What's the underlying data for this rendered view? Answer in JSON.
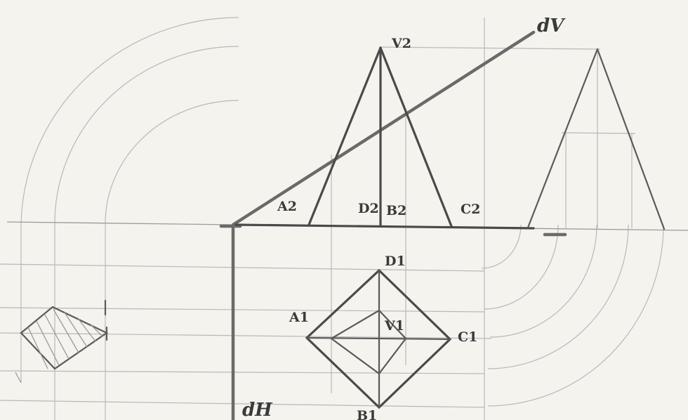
{
  "labels": {
    "dv": "dV",
    "v2": "V2",
    "a2": "A2",
    "d2": "D2",
    "b2": "B2",
    "c2": "C2",
    "d1": "D1",
    "a1": "A1",
    "c1": "C1",
    "v1": "V1",
    "b1": "B1",
    "dh": "dH"
  },
  "colors": {
    "paper": "#f4f3ee",
    "ink": "#4a4a4a",
    "construction": "#9a9a9a"
  }
}
